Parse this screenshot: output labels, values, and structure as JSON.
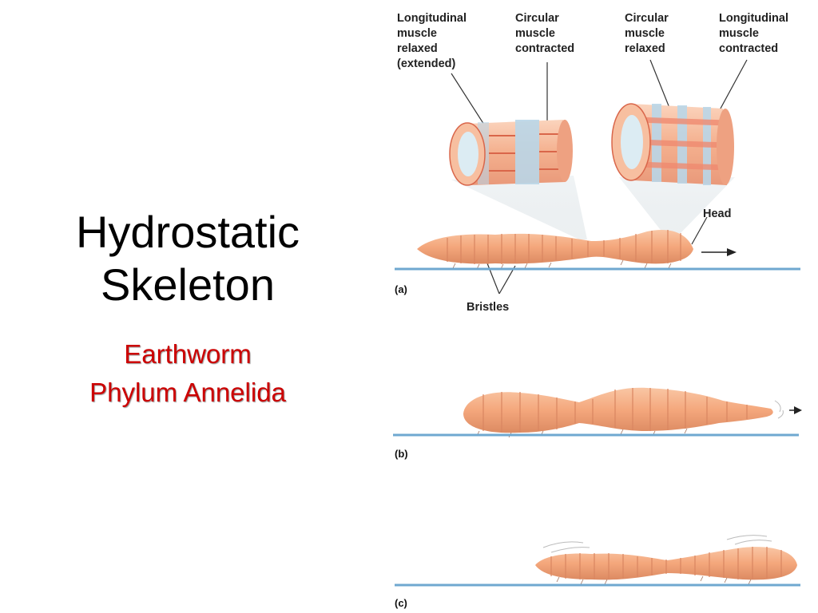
{
  "slide": {
    "title_line1": "Hydrostatic",
    "title_line2": "Skeleton",
    "subtitle_line1": "Earthworm",
    "subtitle_line2": "Phylum Annelida"
  },
  "figure": {
    "labels": {
      "longitudinal_relaxed": [
        "Longitudinal",
        "muscle",
        "relaxed",
        "(extended)"
      ],
      "circular_contracted": [
        "Circular",
        "muscle",
        "contracted"
      ],
      "circular_relaxed": [
        "Circular",
        "muscle",
        "relaxed"
      ],
      "longitudinal_contracted": [
        "Longitudinal",
        "muscle",
        "contracted"
      ],
      "head": "Head",
      "bristles": "Bristles"
    },
    "panels": [
      "(a)",
      "(b)",
      "(c)"
    ],
    "colors": {
      "worm_body": "#f4a77c",
      "worm_segment": "#d98560",
      "ground_line": "#6fa8d0",
      "muscle_band": "#b9d6e8",
      "title_text": "#000000",
      "subtitle_text": "#cc0000"
    }
  }
}
